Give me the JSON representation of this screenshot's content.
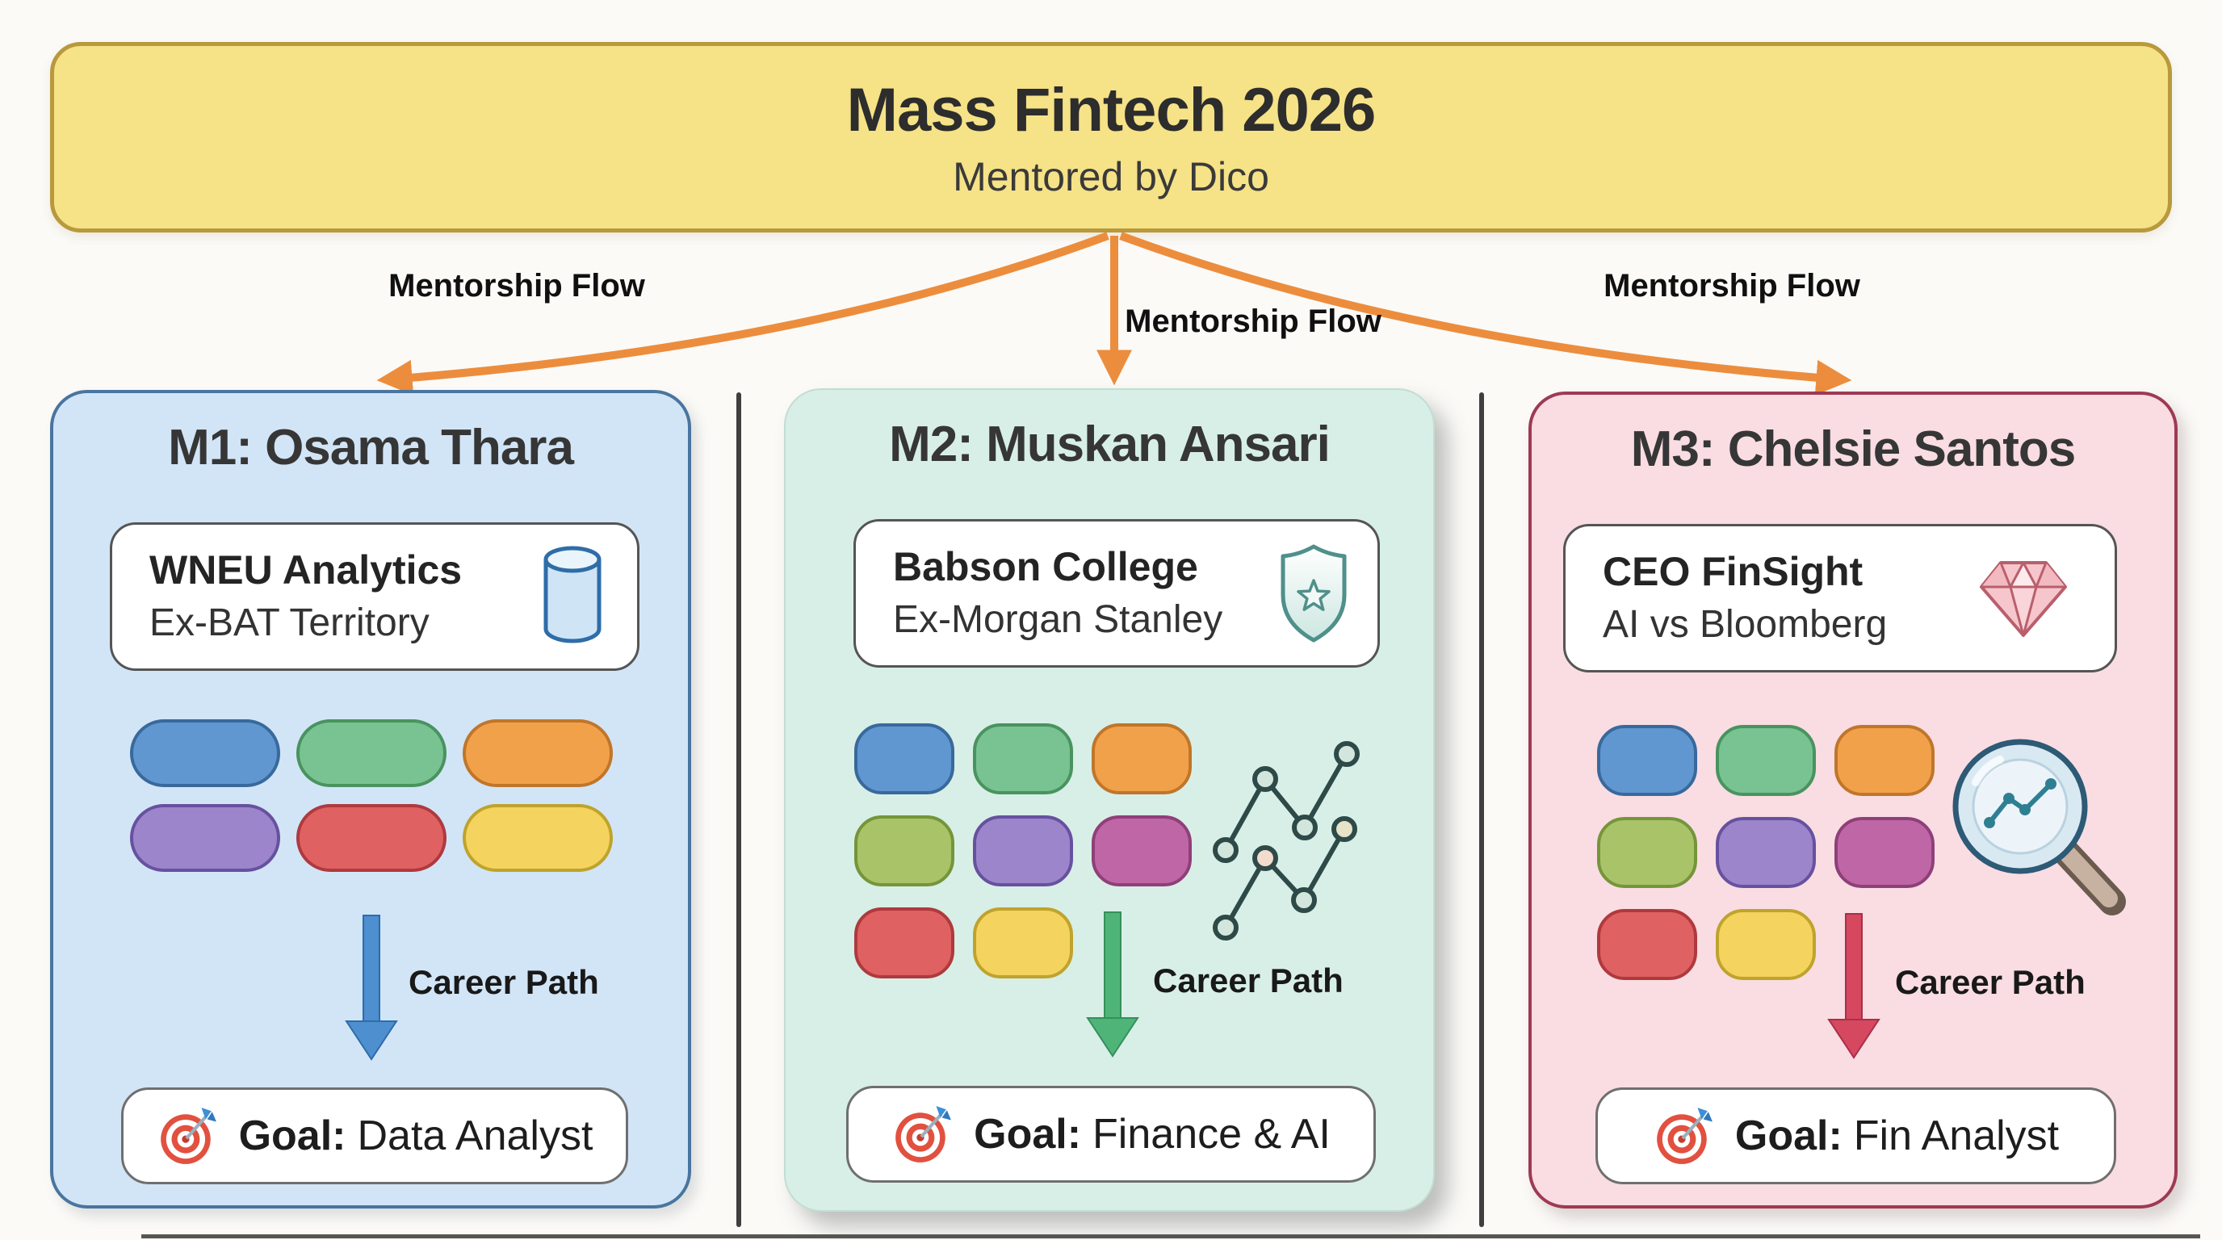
{
  "banner": {
    "title": "Mass Fintech 2026",
    "subtitle": "Mentored by Dico"
  },
  "flow": {
    "labels": [
      "Mentorship Flow",
      "Mentorship Flow",
      "Mentorship Flow"
    ],
    "arrow_color": "#ec8d3d"
  },
  "pill_palette": {
    "blue": {
      "fill": "#6097d0",
      "border": "#39699c"
    },
    "green": {
      "fill": "#79c292",
      "border": "#49935f"
    },
    "orange": {
      "fill": "#f2a14b",
      "border": "#c0762a"
    },
    "purple": {
      "fill": "#9c85ca",
      "border": "#67519f"
    },
    "red": {
      "fill": "#e06162",
      "border": "#ae3a3e"
    },
    "yellow": {
      "fill": "#f4d35e",
      "border": "#bfa32c"
    },
    "olive": {
      "fill": "#a9c369",
      "border": "#75953a"
    },
    "magenta": {
      "fill": "#bf67a6",
      "border": "#8f3f79"
    }
  },
  "cards": [
    {
      "title": "M1: Osama Thara",
      "org": "WNEU Analytics",
      "detail": "Ex-BAT Territory",
      "org_icon": "database-icon",
      "side_icon": "",
      "career_label": "Career Path",
      "goal_label": "Goal:",
      "goal_value": "Data Analyst",
      "bg": "#d2e5f7",
      "border": "#49759e",
      "accent": "#4e8fd0",
      "accent_dark": "#2e6cab",
      "pills": [
        [
          "blue",
          "green",
          "orange"
        ],
        [
          "purple",
          "red",
          "yellow"
        ]
      ]
    },
    {
      "title": "M2: Muskan Ansari",
      "org": "Babson College",
      "detail": "Ex-Morgan Stanley",
      "org_icon": "shield-star-icon",
      "side_icon": "line-chart-icon",
      "career_label": "Career Path",
      "goal_label": "Goal:",
      "goal_value": "Finance & AI",
      "bg": "#d8efe7",
      "border": "#c2ddd3",
      "accent": "#4fb478",
      "accent_dark": "#35905c",
      "pills": [
        [
          "blue",
          "green",
          "orange"
        ],
        [
          "olive",
          "purple",
          "magenta"
        ],
        [
          "red",
          "yellow"
        ]
      ]
    },
    {
      "title": "M3: Chelsie Santos",
      "org": "CEO FinSight",
      "detail": "AI vs Bloomberg",
      "org_icon": "gem-icon",
      "side_icon": "magnifier-chart-icon",
      "career_label": "Career Path",
      "goal_label": "Goal:",
      "goal_value": "Fin Analyst",
      "bg": "#f9dde3",
      "border": "#9e3a52",
      "accent": "#d5485f",
      "accent_dark": "#aa2f46",
      "pills": [
        [
          "blue",
          "green",
          "orange"
        ],
        [
          "olive",
          "purple",
          "magenta"
        ],
        [
          "red",
          "yellow"
        ]
      ]
    }
  ]
}
